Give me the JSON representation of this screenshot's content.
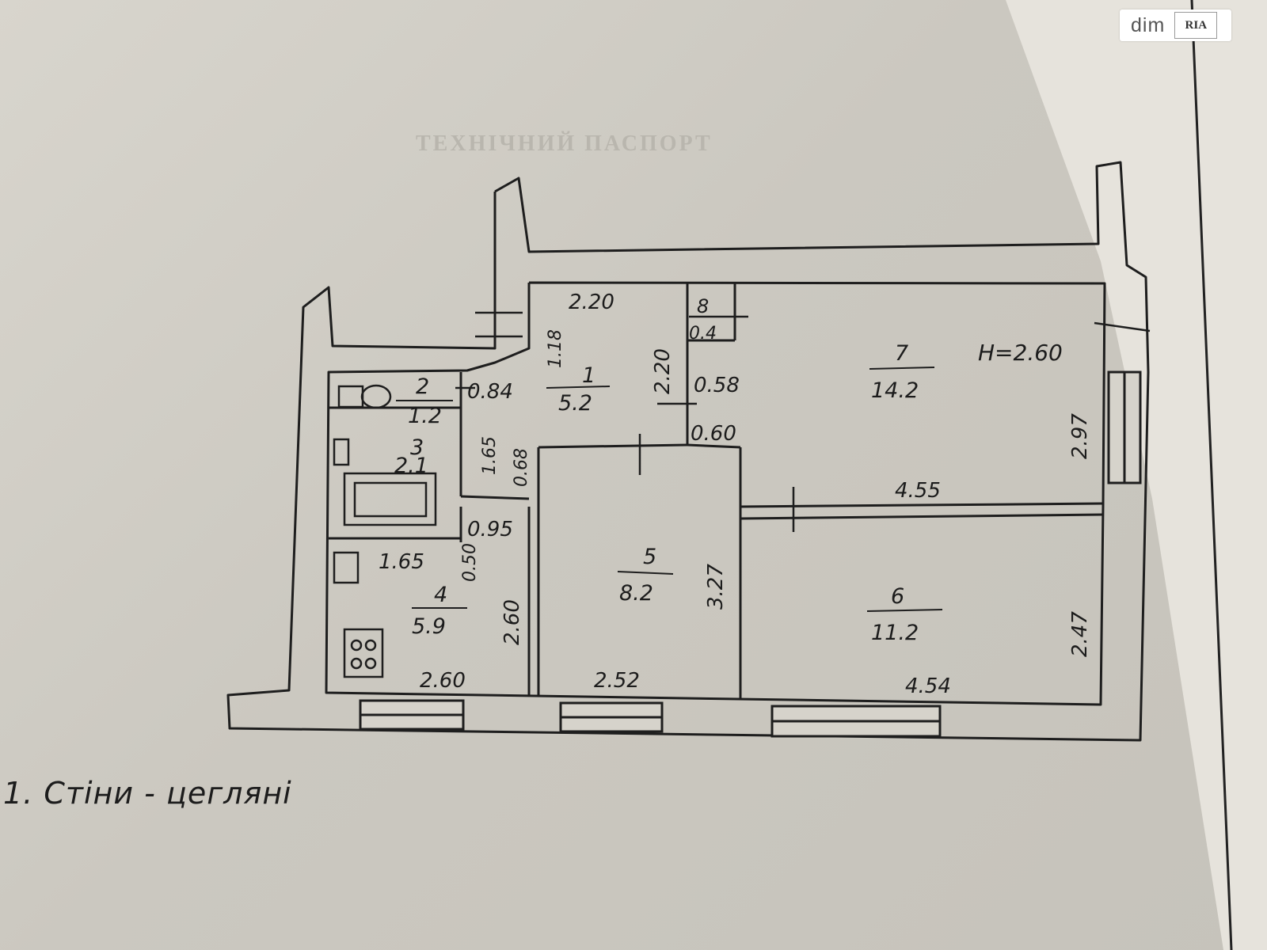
{
  "watermark": {
    "brand": "dim",
    "mark": "RIA"
  },
  "header": {
    "title": "ТЕХНІЧНИЙ ПАСПОРТ"
  },
  "ceiling_height": "H=2.60",
  "rooms": [
    {
      "id": "1",
      "area": "5.2"
    },
    {
      "id": "2",
      "area": "1.2"
    },
    {
      "id": "3",
      "area": "2.1"
    },
    {
      "id": "4",
      "area": "5.9"
    },
    {
      "id": "5",
      "area": "8.2"
    },
    {
      "id": "6",
      "area": "11.2"
    },
    {
      "id": "7",
      "area": "14.2"
    },
    {
      "id": "8",
      "area": "0.4"
    }
  ],
  "dimensions": [
    "2.20",
    "1.18",
    "2.20",
    "0.58",
    "0.84",
    "1.65",
    "0.68",
    "0.60",
    "0.95",
    "0.50",
    "1.65",
    "2.60",
    "2.60",
    "2.52",
    "3.27",
    "4.55",
    "2.97",
    "2.47",
    "4.54"
  ],
  "note": "1. Стіни - цегляні"
}
